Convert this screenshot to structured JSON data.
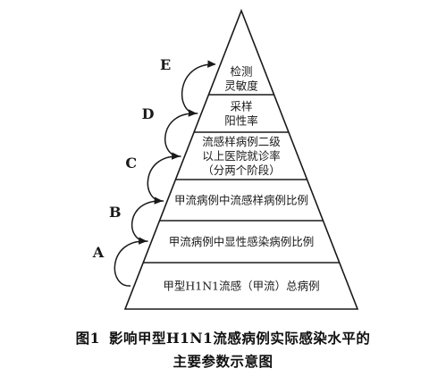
{
  "diagram": {
    "levels": [
      {
        "id": "level-1",
        "lines": [
          "甲型H1N1流感（甲流）总病例"
        ]
      },
      {
        "id": "level-2",
        "lines": [
          "甲流病例中显性感染病例比例"
        ]
      },
      {
        "id": "level-3",
        "lines": [
          "甲流病例中流感样病例比例"
        ]
      },
      {
        "id": "level-4",
        "lines": [
          "流感样病例二级",
          "以上医院就诊率",
          "（分两个阶段）"
        ]
      },
      {
        "id": "level-5",
        "lines": [
          "采样",
          "阳性率"
        ]
      },
      {
        "id": "level-6",
        "lines": [
          "检测",
          "灵敏度"
        ]
      }
    ],
    "connectors": [
      {
        "label": "A",
        "from": "level-1",
        "to": "level-2"
      },
      {
        "label": "B",
        "from": "level-2",
        "to": "level-3"
      },
      {
        "label": "C",
        "from": "level-3",
        "to": "level-4"
      },
      {
        "label": "D",
        "from": "level-4",
        "to": "level-5"
      },
      {
        "label": "E",
        "from": "level-5",
        "to": "level-6"
      }
    ]
  },
  "caption": {
    "figure_label": "图1",
    "line1": "影响甲型H1N1流感病例实际感染水平的",
    "line2": "主要参数示意图"
  }
}
